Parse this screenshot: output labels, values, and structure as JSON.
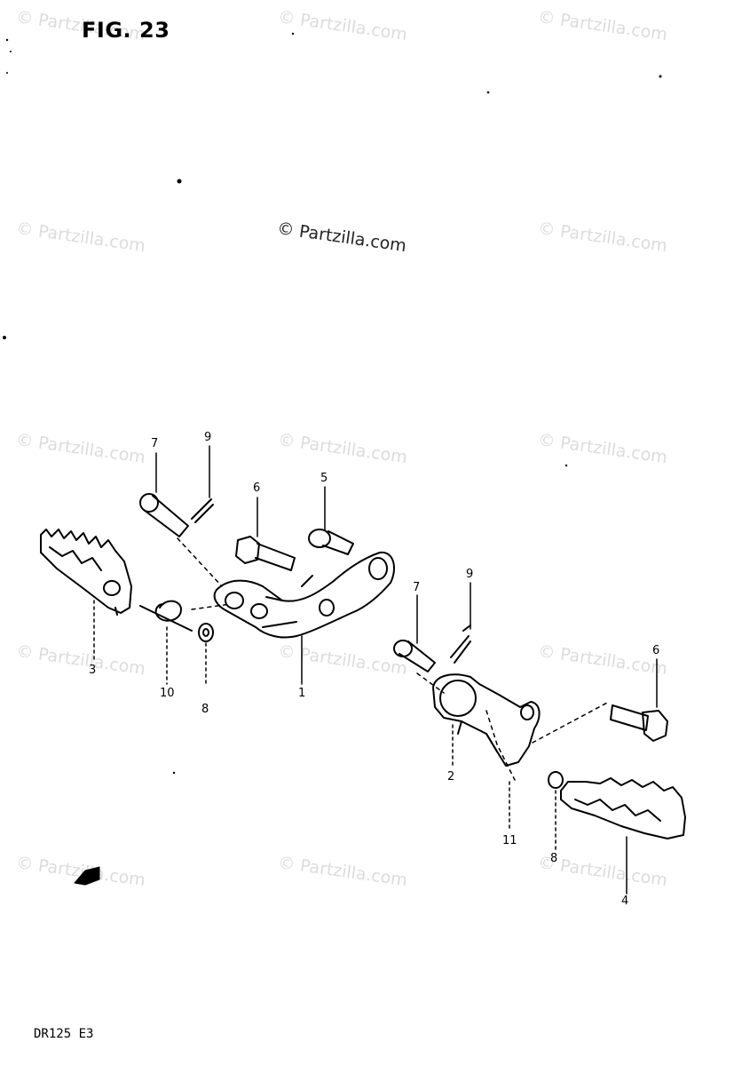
{
  "figure": {
    "title": "FIG. 23",
    "model_code": "DR125 E3",
    "watermark": "© Partzilla.com"
  },
  "callouts": [
    {
      "id": "c7a",
      "label": "7"
    },
    {
      "id": "c9a",
      "label": "9"
    },
    {
      "id": "c6a",
      "label": "6"
    },
    {
      "id": "c5",
      "label": "5"
    },
    {
      "id": "c3",
      "label": "3"
    },
    {
      "id": "c10",
      "label": "10"
    },
    {
      "id": "c8a",
      "label": "8"
    },
    {
      "id": "c1",
      "label": "1"
    },
    {
      "id": "c7b",
      "label": "7"
    },
    {
      "id": "c9b",
      "label": "9"
    },
    {
      "id": "c6b",
      "label": "6"
    },
    {
      "id": "c2",
      "label": "2"
    },
    {
      "id": "c11",
      "label": "11"
    },
    {
      "id": "c8b",
      "label": "8"
    },
    {
      "id": "c4",
      "label": "4"
    }
  ]
}
